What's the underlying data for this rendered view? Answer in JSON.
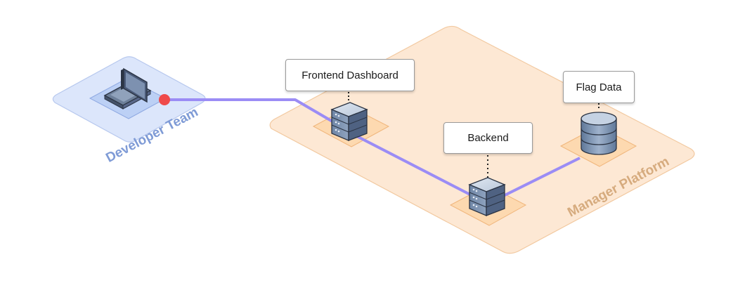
{
  "zones": {
    "developer_team": {
      "label": "Developer Team",
      "color": "#7f9bd6",
      "fill": "#dce6fb"
    },
    "manager_platform": {
      "label": "Manager Platform",
      "color": "#d6ab7e",
      "fill": "#fde8d4"
    }
  },
  "nodes": {
    "laptop": {
      "icon": "laptop-icon"
    },
    "frontend": {
      "label": "Frontend Dashboard",
      "icon": "server-icon"
    },
    "backend": {
      "label": "Backend",
      "icon": "server-icon"
    },
    "flag_data": {
      "label": "Flag Data",
      "icon": "database-icon"
    }
  },
  "colors": {
    "connection": "#9b8cf5",
    "connection_start_dot": "#ef4a4a",
    "node_pad": "#fdd9b0"
  }
}
